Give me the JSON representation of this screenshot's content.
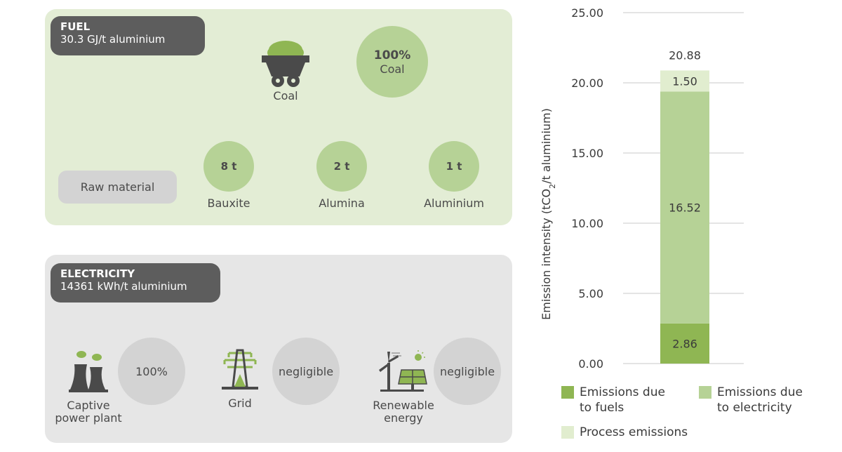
{
  "fuel": {
    "title": "FUEL",
    "subtitle": "30.3 GJ/t aluminium",
    "source_label": "Coal",
    "share_pct": "100%",
    "share_label": "Coal",
    "raw_material_label": "Raw material",
    "materials": [
      {
        "amount": "8 t",
        "label": "Bauxite"
      },
      {
        "amount": "2 t",
        "label": "Alumina"
      },
      {
        "amount": "1 t",
        "label": "Aluminium"
      }
    ]
  },
  "electricity": {
    "title": "ELECTRICITY",
    "subtitle": "14361 kWh/t aluminium",
    "sources": [
      {
        "label_line1": "Captive",
        "label_line2": "power plant",
        "share": "100%",
        "icon": "cooling-tower-icon"
      },
      {
        "label_line1": "Grid",
        "label_line2": "",
        "share": "negligible",
        "icon": "transmission-tower-icon"
      },
      {
        "label_line1": "Renewable",
        "label_line2": "energy",
        "share": "negligible",
        "icon": "wind-solar-icon"
      }
    ]
  },
  "colors": {
    "fuels": "#8fb653",
    "electricity": "#b6d296",
    "process": "#e1edcf",
    "fuel_panel": "#e3edd5",
    "elec_panel": "#e6e6e6",
    "tag": "#5d5d5d"
  },
  "chart_data": {
    "type": "bar",
    "stacked": true,
    "ylabel": "Emission intensity (tCO2/t aluminium)",
    "ylim": [
      0,
      25
    ],
    "yticks": [
      "0.00",
      "5.00",
      "10.00",
      "15.00",
      "20.00",
      "25.00"
    ],
    "total_label": "20.88",
    "grid": true,
    "legend_position": "bottom",
    "series": [
      {
        "name": "Emissions due to fuels",
        "value": 2.86,
        "label": "2.86",
        "color": "#8fb653"
      },
      {
        "name": "Emissions due to electricity",
        "value": 16.52,
        "label": "16.52",
        "color": "#b6d296"
      },
      {
        "name": "Process emissions",
        "value": 1.5,
        "label": "1.50",
        "color": "#e1edcf"
      }
    ]
  },
  "legend": {
    "fuels_l1": "Emissions due",
    "fuels_l2": "to fuels",
    "elec_l1": "Emissions due",
    "elec_l2": "to electricity",
    "process": "Process emissions"
  }
}
